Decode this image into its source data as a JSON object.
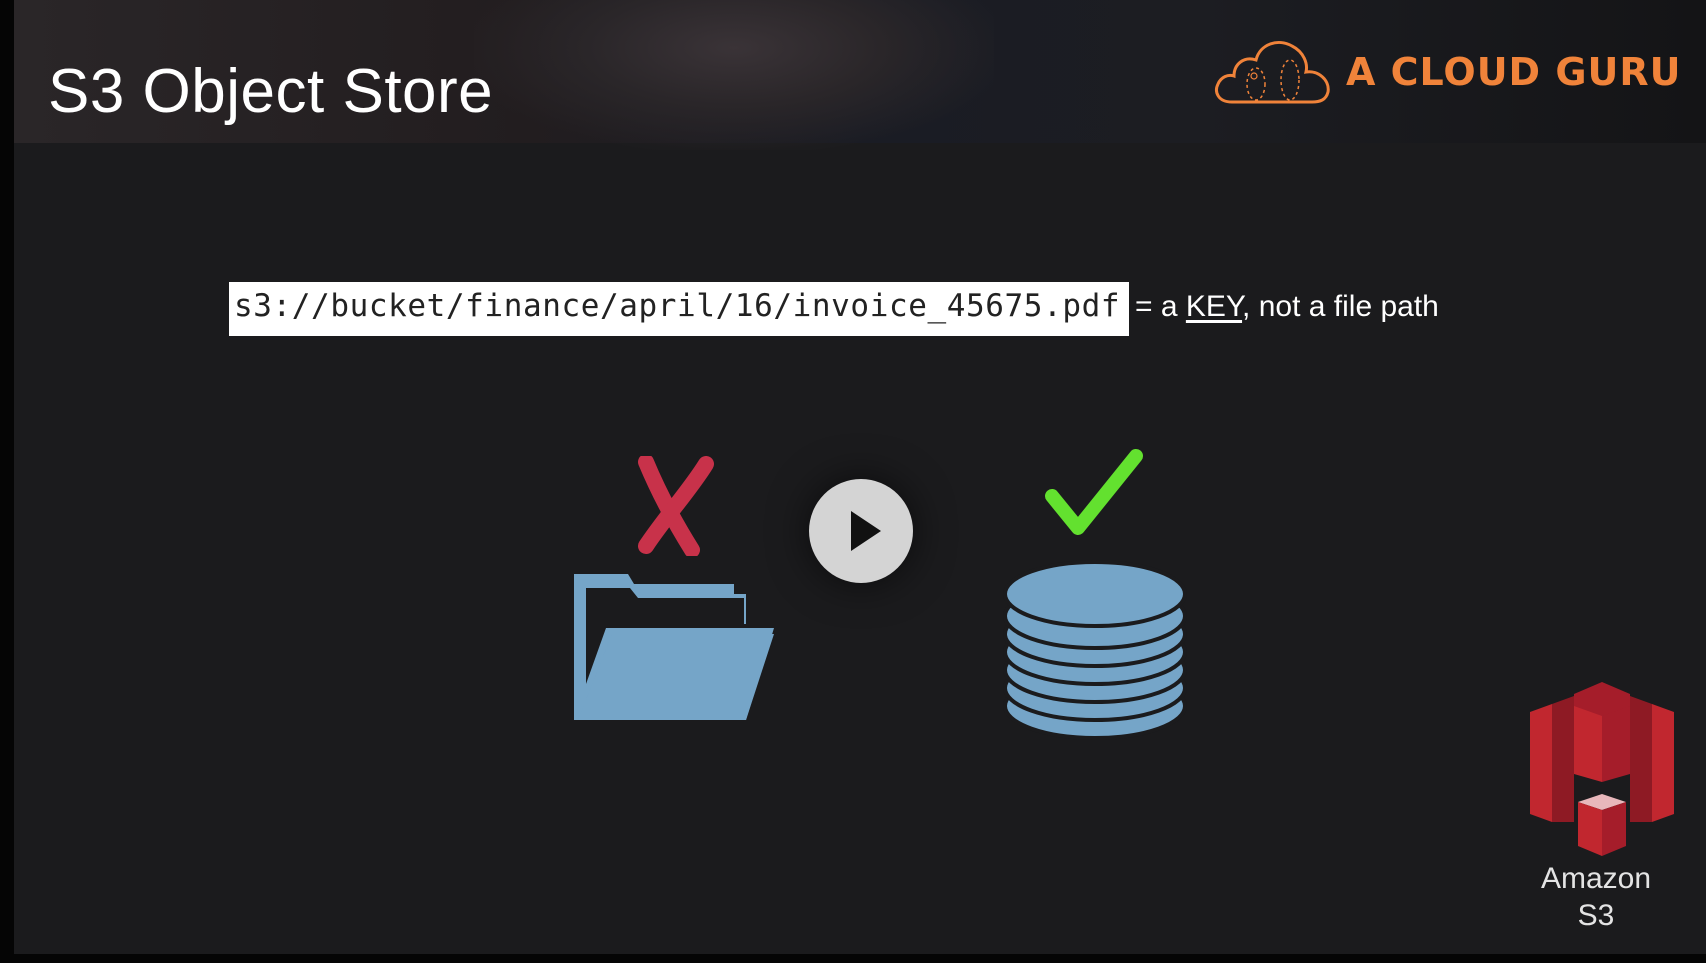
{
  "slide": {
    "title": "S3 Object Store",
    "brand": "A CLOUD GURU",
    "key_path": "s3://bucket/finance/april/16/invoice_45675.pdf",
    "key_desc_prefix": "= a ",
    "key_desc_key": "KEY",
    "key_desc_suffix": ", not a file path",
    "logo_label_line1": "Amazon",
    "logo_label_line2": "S3"
  },
  "icons": {
    "cross": "cross-icon",
    "folder": "folder-icon",
    "check": "check-icon",
    "database": "database-icon",
    "play": "play-icon",
    "s3": "amazon-s3-logo"
  },
  "colors": {
    "brand_orange": "#f0833a",
    "cross_red": "#c8324a",
    "check_green": "#63e12f",
    "icon_blue": "#75a5c8",
    "s3_red": "#c1272f"
  }
}
